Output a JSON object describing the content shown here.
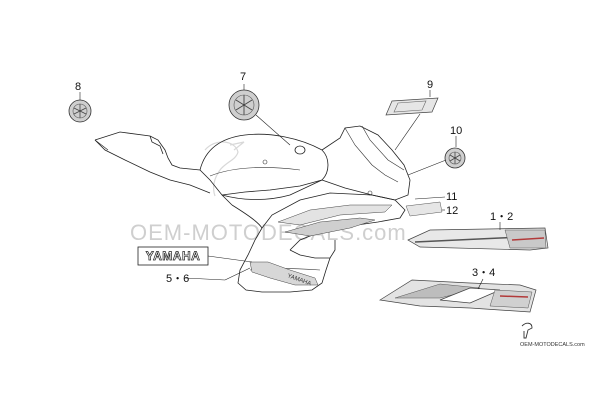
{
  "diagram": {
    "callouts": [
      {
        "id": "c8",
        "text": "8"
      },
      {
        "id": "c7",
        "text": "7"
      },
      {
        "id": "c9",
        "text": "9"
      },
      {
        "id": "c10",
        "text": "10"
      },
      {
        "id": "c11",
        "text": "11"
      },
      {
        "id": "c12",
        "text": "12"
      },
      {
        "id": "c12b",
        "text": "1・2"
      },
      {
        "id": "c34",
        "text": "3・4"
      },
      {
        "id": "c56",
        "text": "5・6"
      }
    ],
    "yamaha_label": "YAMAHA",
    "watermark_text": "OEM-MOTODECALS.com",
    "watermark_small": "OEM-MOTODECALS.com"
  },
  "colors": {
    "line": "#222222",
    "watermark": "#cfcfcf",
    "accent_red": "#b23a3a",
    "decal_gray": "#bdbdbd"
  }
}
